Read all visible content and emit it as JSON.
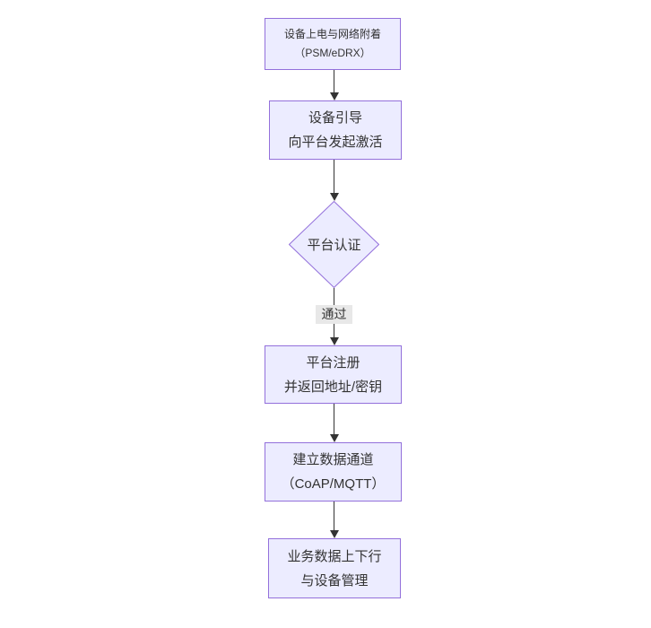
{
  "diagram": {
    "type": "flowchart",
    "direction": "top-down",
    "colors": {
      "node_fill": "#ECECFF",
      "node_border": "#9370DB",
      "text": "#333333",
      "arrow": "#333333",
      "edge_label_bg": "#e8e8e8",
      "background": "#ffffff"
    },
    "nodes": [
      {
        "id": "power-attach",
        "shape": "rect",
        "line1": "设备上电与网络附着",
        "line2": "（PSM/eDRX）"
      },
      {
        "id": "bootstrap",
        "shape": "rect",
        "line1": "设备引导",
        "line2": "向平台发起激活"
      },
      {
        "id": "platform-auth",
        "shape": "diamond",
        "line1": "平台认证",
        "line2": ""
      },
      {
        "id": "register",
        "shape": "rect",
        "line1": "平台注册",
        "line2": "并返回地址/密钥"
      },
      {
        "id": "data-channel",
        "shape": "rect",
        "line1": "建立数据通道",
        "line2": "（CoAP/MQTT）"
      },
      {
        "id": "business",
        "shape": "rect",
        "line1": "业务数据上下行",
        "line2": "与设备管理"
      }
    ],
    "edges": [
      {
        "from": "power-attach",
        "to": "bootstrap",
        "label": ""
      },
      {
        "from": "bootstrap",
        "to": "platform-auth",
        "label": ""
      },
      {
        "from": "platform-auth",
        "to": "register",
        "label": "通过"
      },
      {
        "from": "register",
        "to": "data-channel",
        "label": ""
      },
      {
        "from": "data-channel",
        "to": "business",
        "label": ""
      }
    ]
  }
}
